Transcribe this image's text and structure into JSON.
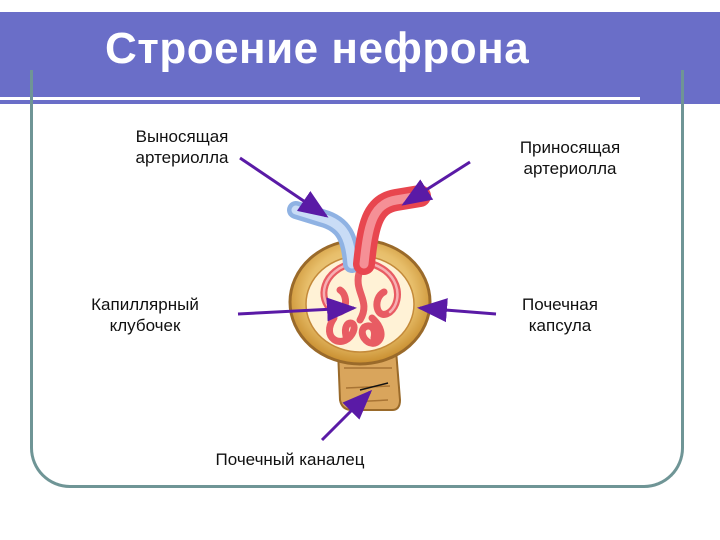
{
  "slide": {
    "title": "Строение нефрона"
  },
  "labels": {
    "efferent_arteriole": "Выносящая\nартериолла",
    "afferent_arteriole": "Приносящая\nартериолла",
    "glomerulus": "Капиллярный\nклубочек",
    "renal_capsule": "Почечная\nкапсула",
    "renal_tubule": "Почечный каналец"
  },
  "colors": {
    "title_bar": "#6a6ec8",
    "frame": "#6f9596",
    "arrow": "#5a1aa6",
    "capsule": "#d2a044",
    "vessel_red": "#ee5560",
    "vessel_blue": "#a9c6ee"
  }
}
